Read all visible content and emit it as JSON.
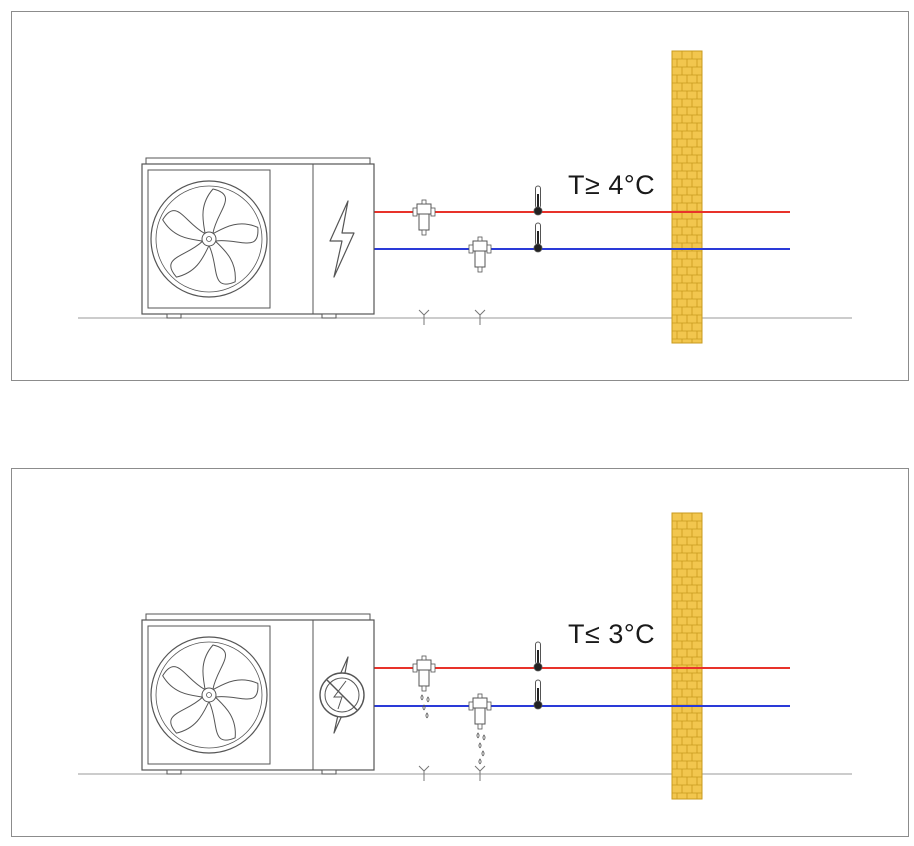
{
  "panels": [
    {
      "label": "T≥ 4°C",
      "fan_state": "running",
      "power_state": "on",
      "dripping": false,
      "colors": {
        "supply": "#e8322a",
        "return": "#2a3ad8",
        "wall": "#f2c64e",
        "wall_mortar": "#c89a1e"
      }
    },
    {
      "label": "T≤ 3°C",
      "fan_state": "running",
      "power_state": "off",
      "dripping": true,
      "colors": {
        "supply": "#e8322a",
        "return": "#2a3ad8",
        "wall": "#f2c64e",
        "wall_mortar": "#c89a1e"
      }
    }
  ],
  "icons": {
    "power": "lightning-bolt-icon",
    "power_off": "power-disabled-icon",
    "fan": "fan-icon",
    "thermometer": "thermometer-icon",
    "valve": "drain-valve-icon",
    "drain": "drain-funnel-icon",
    "drip": "water-drop-icon"
  }
}
